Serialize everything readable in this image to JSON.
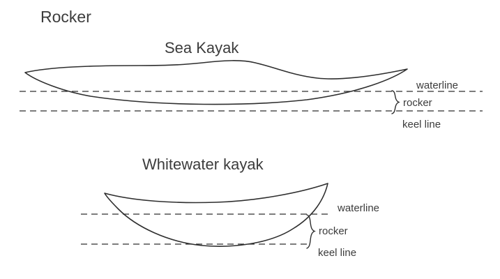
{
  "page": {
    "title": "Rocker"
  },
  "sea": {
    "title": "Sea Kayak",
    "waterline_label": "waterline",
    "rocker_label": "rocker",
    "keel_label": "keel line"
  },
  "whitewater": {
    "title": "Whitewater kayak",
    "waterline_label": "waterline",
    "rocker_label": "rocker",
    "keel_label": "keel line"
  },
  "colors": {
    "stroke": "#2e2e2e",
    "text": "#3c3c3c",
    "background": "#ffffff"
  }
}
